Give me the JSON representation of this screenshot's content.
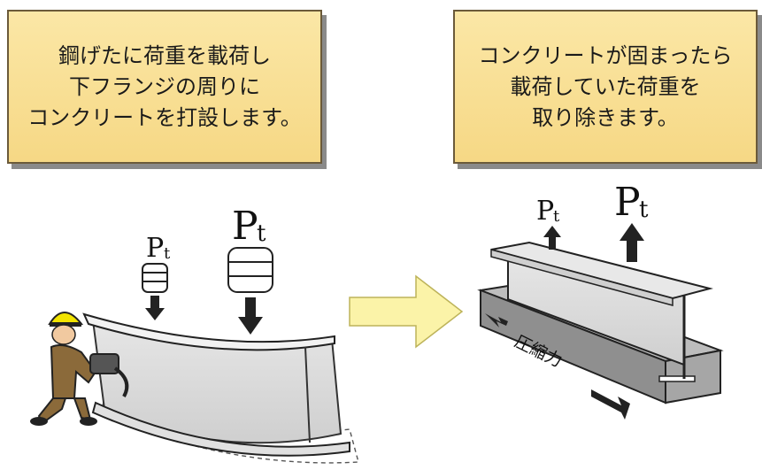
{
  "left_box": {
    "text": "鋼げたに荷重を載荷し\n下フランジの周りに\nコンクリートを打設します。"
  },
  "right_box": {
    "text": "コンクリートが固まったら\n載荷していた荷重を\n取り除きます。"
  },
  "left_scene": {
    "load_small": {
      "P": "P",
      "sub": "t"
    },
    "load_large": {
      "P": "P",
      "sub": "t"
    }
  },
  "right_scene": {
    "load_small": {
      "P": "P",
      "sub": "t"
    },
    "load_large": {
      "P": "P",
      "sub": "t"
    },
    "compression_label": "圧縮力"
  },
  "colors": {
    "box_fill": "#f6d885",
    "box_border": "#6b5a3a",
    "arrow_fill": "#fbf3a8",
    "steel_light": "#d9d9d9",
    "concrete": "#9a9a9a",
    "worker": "#8b6a3a",
    "helmet": "#f0e000"
  }
}
